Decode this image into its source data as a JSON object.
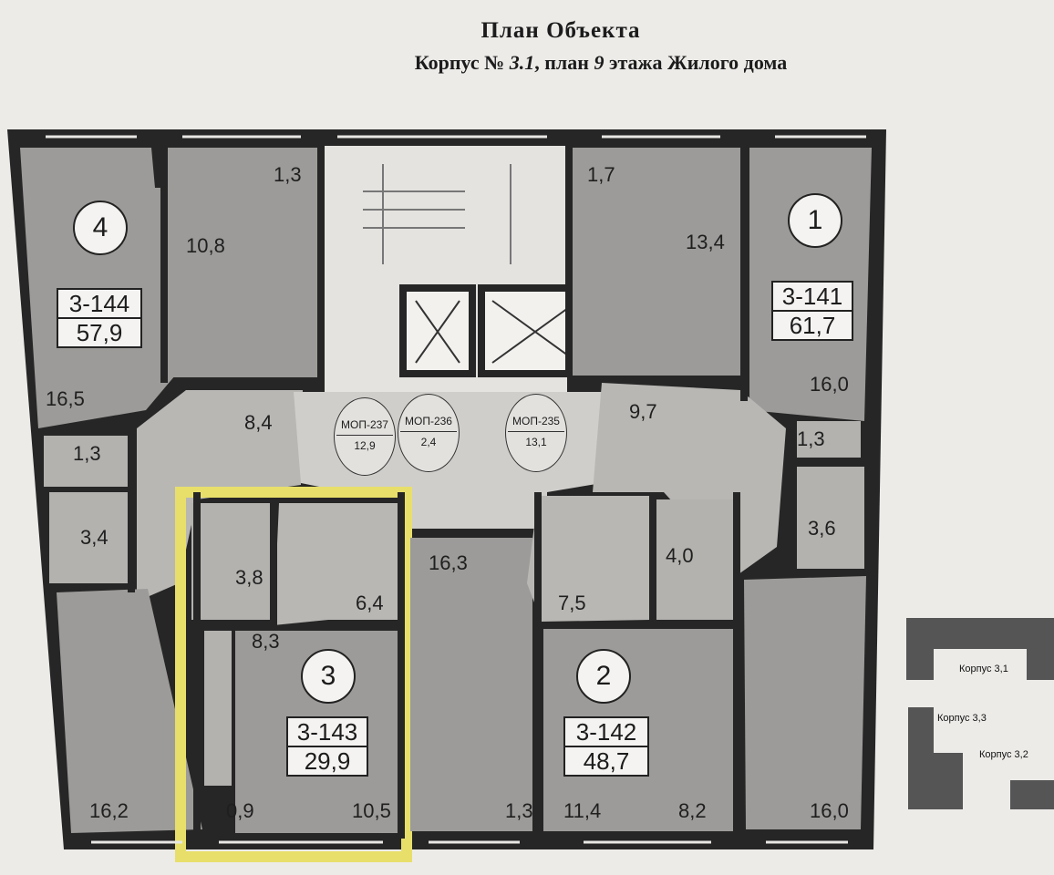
{
  "header": {
    "title": "План Объекта",
    "subtitle_prefix": "Корпус № ",
    "building_no": "3.1",
    "subtitle_mid": ", план ",
    "floor_no": "9",
    "subtitle_suffix": " этажа Жилого дома"
  },
  "apartments": [
    {
      "number": "4",
      "code": "3-144",
      "area": "57,9"
    },
    {
      "number": "1",
      "code": "3-141",
      "area": "61,7"
    },
    {
      "number": "3",
      "code": "3-143",
      "area": "29,9"
    },
    {
      "number": "2",
      "code": "3-142",
      "area": "48,7"
    }
  ],
  "rooms": {
    "apt4": [
      "10,8",
      "1,3",
      "16,5",
      "8,4",
      "1,3",
      "3,4",
      "16,2"
    ],
    "apt1": [
      "1,7",
      "13,4",
      "16,0",
      "9,7",
      "1,3",
      "3,6",
      "16,0"
    ],
    "apt3": [
      "3,8",
      "6,4",
      "8,3",
      "0,9",
      "10,5"
    ],
    "apt2": [
      "16,3",
      "4,0",
      "7,5",
      "1,3",
      "11,4",
      "8,2"
    ]
  },
  "common_areas": [
    {
      "id": "МОП-237",
      "area": "12,9"
    },
    {
      "id": "МОП-236",
      "area": "2,4"
    },
    {
      "id": "МОП-235",
      "area": "13,1"
    }
  ],
  "key_plan": {
    "labels": [
      "Корпус 3,1",
      "Корпус 3,3",
      "Корпус 3,2"
    ]
  },
  "colors": {
    "wall": "#262626",
    "room": "#9c9b99",
    "corridor": "#cfcecb",
    "highlight": "#e8df6a"
  }
}
